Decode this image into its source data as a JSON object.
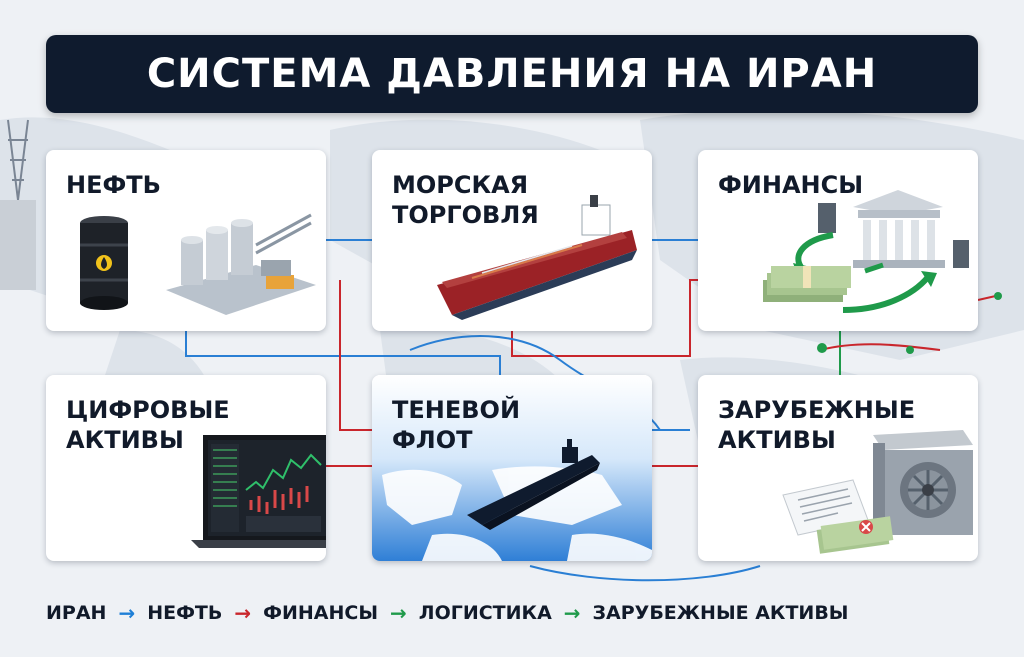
{
  "title": "СИСТЕМА ДАВЛЕНИЯ НА ИРАН",
  "cards": [
    {
      "label": "НЕФТЬ",
      "icon": "oil-barrel-refinery"
    },
    {
      "label": "МОРСКАЯ\nТОРГОВЛЯ",
      "icon": "tanker-ship"
    },
    {
      "label": "ФИНАНСЫ",
      "icon": "bank-money"
    },
    {
      "label": "ЦИФРОВЫЕ\nАКТИВЫ",
      "icon": "trading-laptop"
    },
    {
      "label": "ТЕНЕВОЙ\nФЛОТ",
      "icon": "shadow-fleet-map"
    },
    {
      "label": "ЗАРУБЕЖНЫЕ\nАКТИВЫ",
      "icon": "safe-documents"
    }
  ],
  "flow": {
    "steps": [
      "ИРАН",
      "НЕФТЬ",
      "ФИНАНСЫ",
      "ЛОГИСТИКА",
      "ЗАРУБЕЖНЫЕ АКТИВЫ"
    ],
    "arrow_colors": [
      "#1e7fd6",
      "#c9262c",
      "#1f9a4a",
      "#1f9a4a"
    ]
  },
  "colors": {
    "title_bg": "#0f1b2e",
    "line_blue": "#2a7fd4",
    "line_red": "#c9262c",
    "line_green": "#1f9a4a"
  }
}
